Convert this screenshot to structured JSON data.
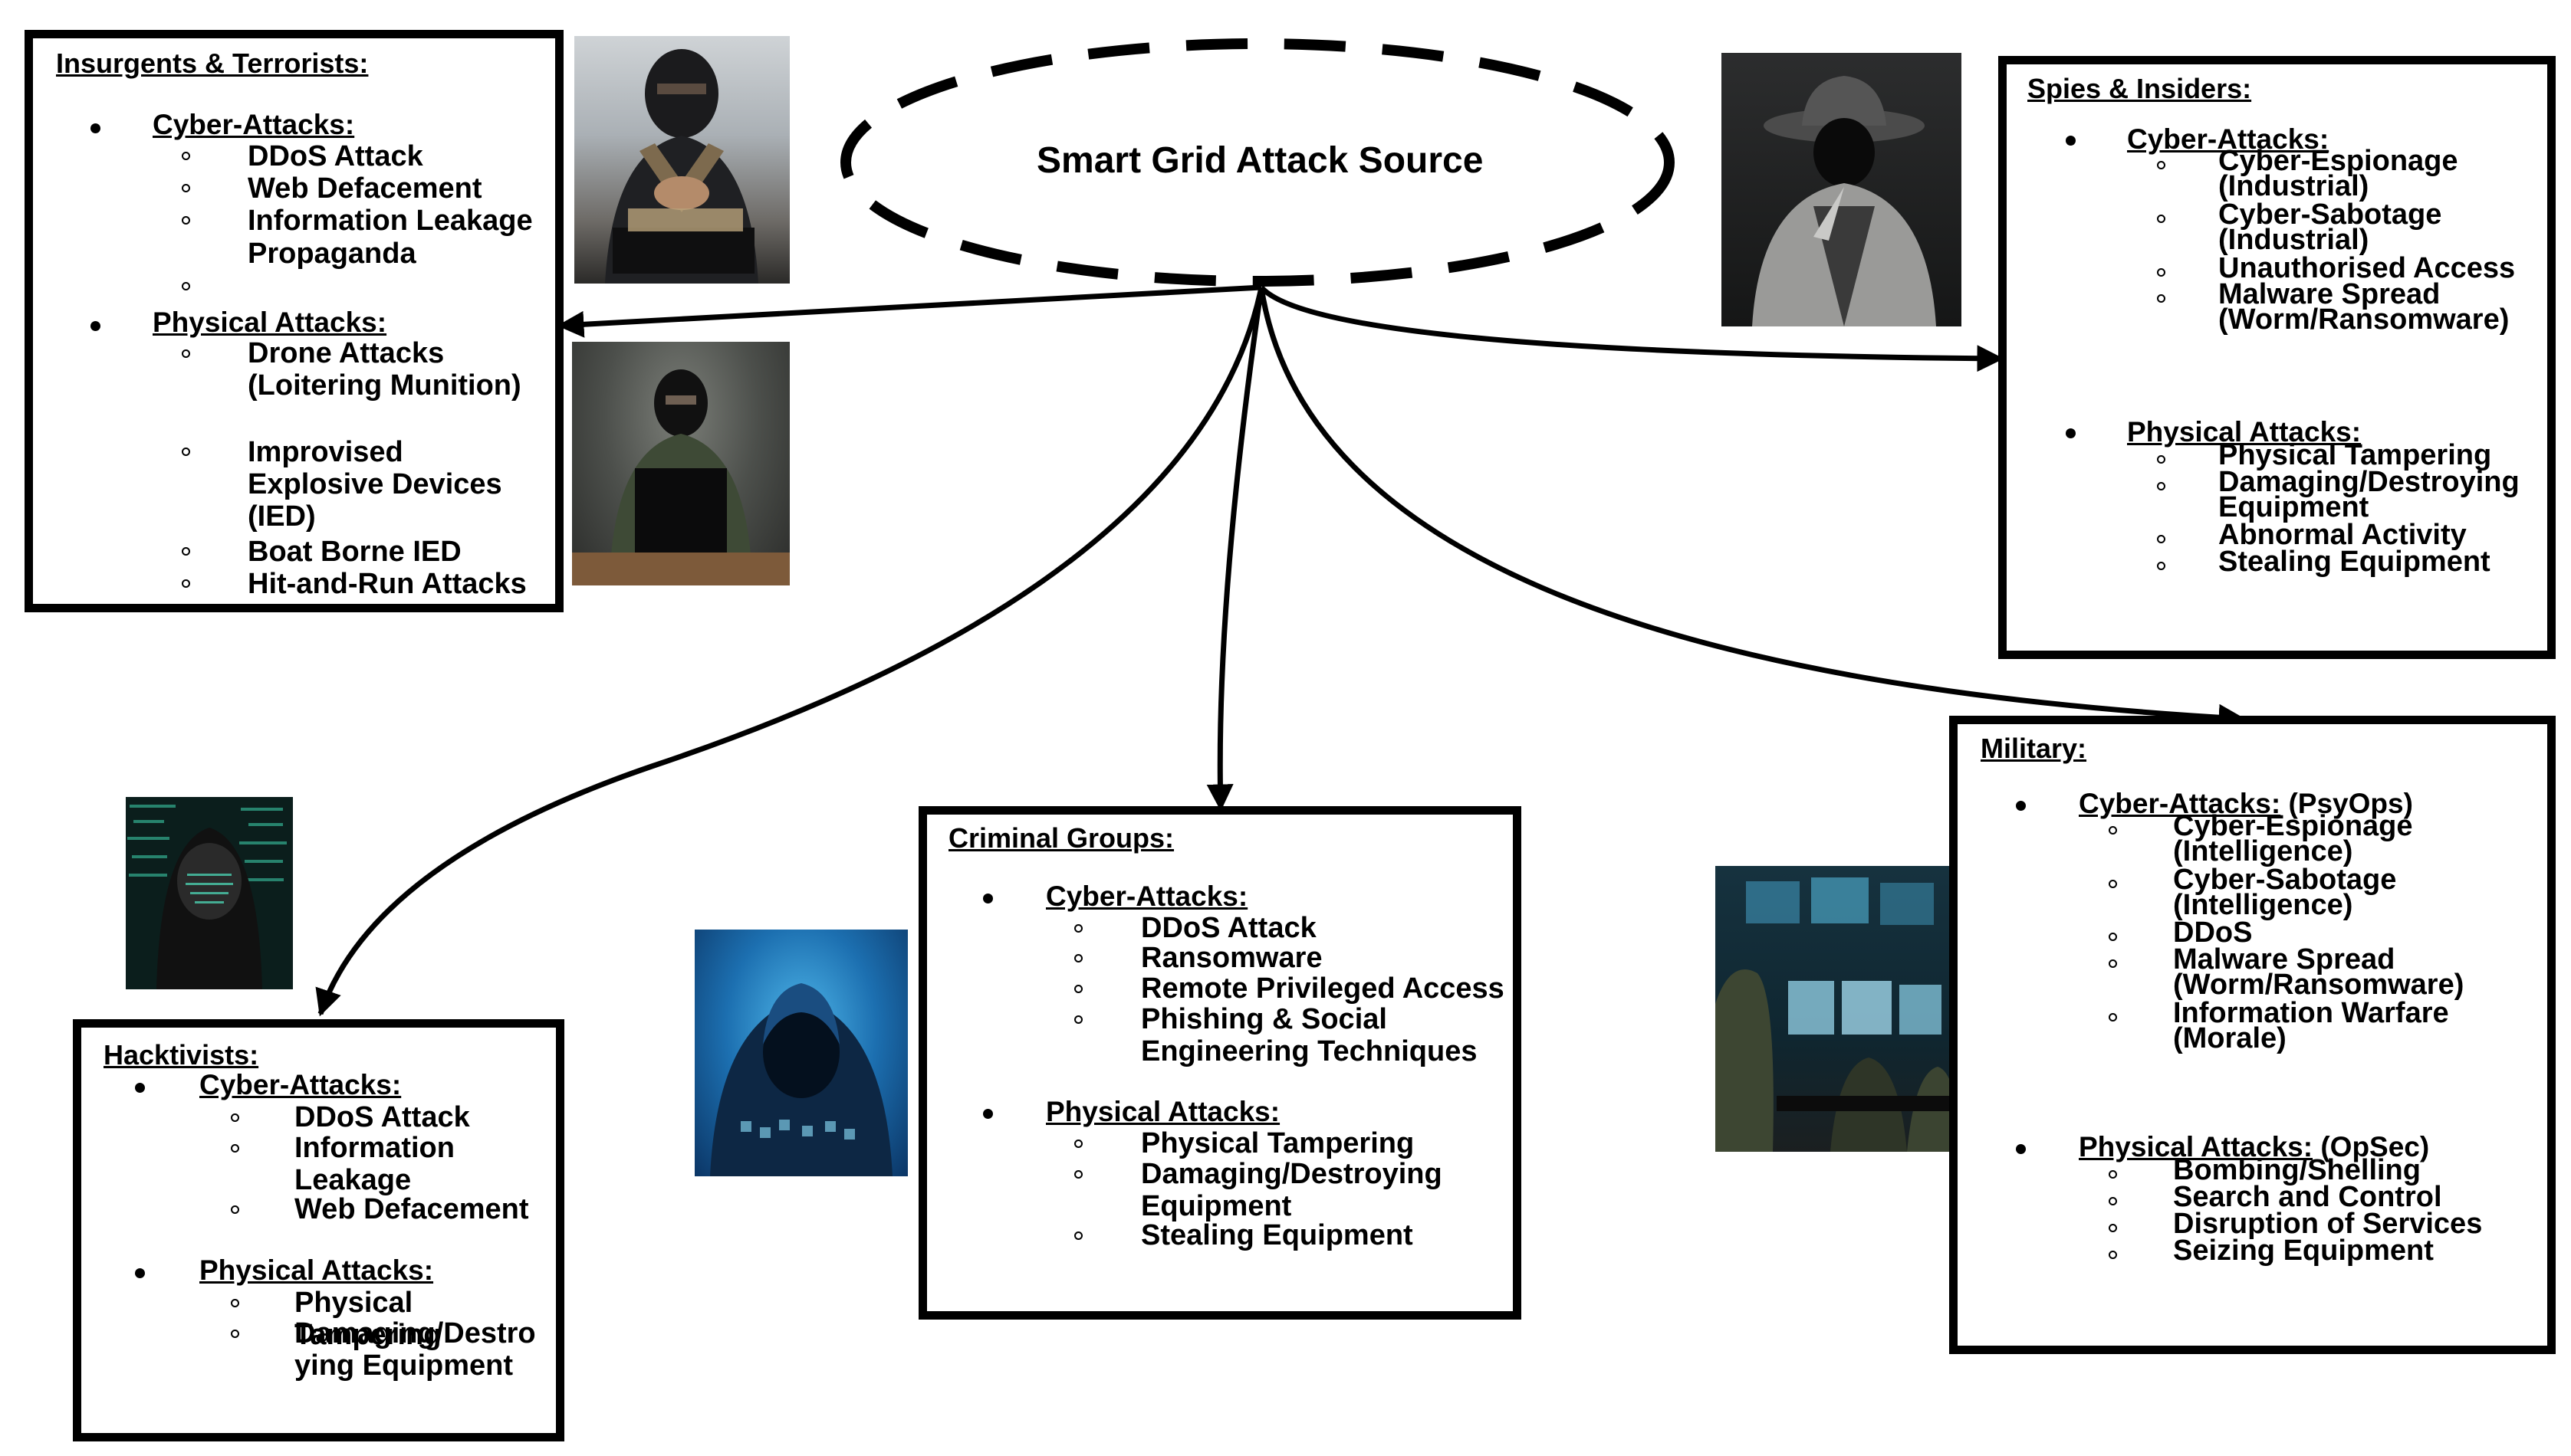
{
  "title": "Smart Grid Attack Source",
  "images": {
    "terrorist_top": "masked-man-with-money-photo",
    "terrorist_bottom": "masked-man-laptop-photo",
    "spy": "spy-fedora-trench-coat-photo",
    "hacktivist": "hooded-hacker-code-photo",
    "criminal": "hooded-hacker-blue-photo",
    "military": "military-operations-room-photo"
  },
  "insurgents": {
    "heading": "Insurgents & Terrorists:",
    "cyber_label": "Cyber-Attacks:",
    "cyber": [
      "DDoS Attack",
      "Web Defacement",
      "Information Leakage",
      "Propaganda"
    ],
    "physical_label": "Physical Attacks:",
    "physical": [
      "Drone Attacks (Loitering Munition)",
      "Improvised Explosive Devices (IED)",
      "Boat Borne IED",
      "Hit-and-Run Attacks"
    ]
  },
  "spies": {
    "heading": "Spies & Insiders:",
    "cyber_label": "Cyber-Attacks:",
    "cyber": [
      "Cyber-Espionage (Industrial)",
      "Cyber-Sabotage (Industrial)",
      "Unauthorised Access",
      "Malware Spread (Worm/Ransomware)"
    ],
    "physical_label": "Physical Attacks:",
    "physical": [
      "Physical Tampering",
      "Damaging/Destroying Equipment",
      "Abnormal Activity",
      "Stealing Equipment"
    ]
  },
  "hacktivists": {
    "heading": "Hacktivists:",
    "cyber_label": "Cyber-Attacks:",
    "cyber": [
      "DDoS Attack",
      "Information Leakage",
      "Web Defacement"
    ],
    "physical_label": "Physical Attacks:",
    "physical": [
      "Physical Tampering",
      "Damaging/Destroying Equipment"
    ]
  },
  "criminals": {
    "heading": "Criminal Groups:",
    "cyber_label": "Cyber-Attacks:",
    "cyber": [
      "DDoS Attack",
      "Ransomware",
      "Remote Privileged Access",
      "Phishing & Social Engineering Techniques"
    ],
    "physical_label": "Physical Attacks:",
    "physical": [
      "Physical Tampering",
      "Damaging/Destroying Equipment",
      "Stealing Equipment"
    ]
  },
  "military": {
    "heading": "Military:",
    "cyber_label": "Cyber-Attacks:",
    "cyber_suffix": " (PsyOps)",
    "cyber": [
      "Cyber-Espionage (Intelligence)",
      "Cyber-Sabotage (Intelligence)",
      "DDoS",
      "Malware Spread (Worm/Ransomware)",
      "Information Warfare (Morale)"
    ],
    "physical_label": "Physical Attacks:",
    "physical_suffix": " (OpSec)",
    "physical": [
      "Bombing/Shelling",
      "Search and Control",
      "Disruption of Services",
      "Seizing Equipment"
    ]
  }
}
